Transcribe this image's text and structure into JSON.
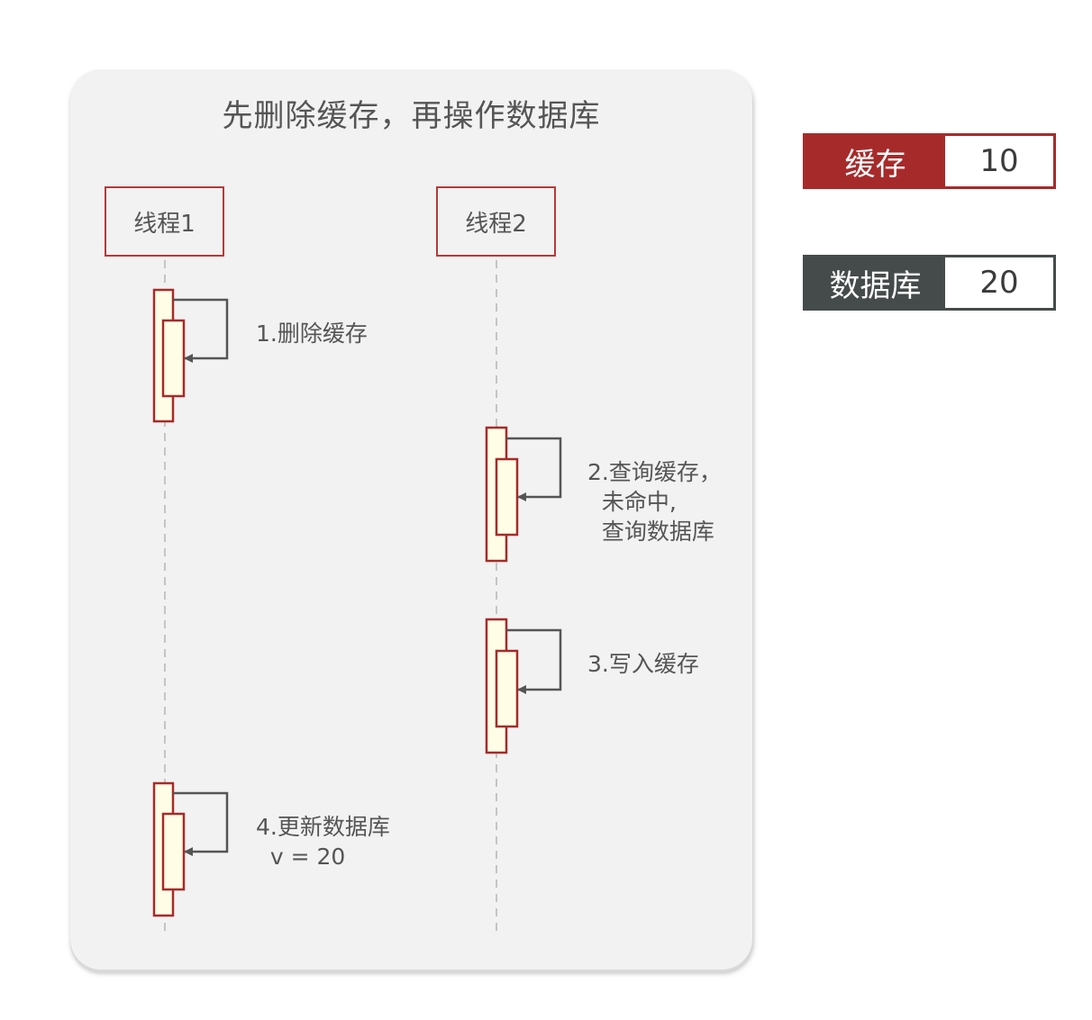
{
  "title": "先删除缓存，再操作数据库",
  "threads": [
    {
      "label": "线程1"
    },
    {
      "label": "线程2"
    }
  ],
  "steps": [
    {
      "thread": 1,
      "text": "1.删除缓存"
    },
    {
      "thread": 2,
      "text": "2.查询缓存，\n  未命中,\n  查询数据库"
    },
    {
      "thread": 2,
      "text": "3.写入缓存"
    },
    {
      "thread": 1,
      "text": "4.更新数据库\n  v = 20"
    }
  ],
  "legend": {
    "cache": {
      "name": "缓存",
      "value": "10"
    },
    "database": {
      "name": "数据库",
      "value": "20"
    }
  },
  "colors": {
    "accent_red": "#a72a2a",
    "border_red": "#b53a3a",
    "dark_gray": "#454b4b",
    "activation_fill": "#fffde6",
    "panel_bg": "#f2f2f2",
    "arrow": "#555555",
    "lifeline": "#c4c4c4"
  }
}
